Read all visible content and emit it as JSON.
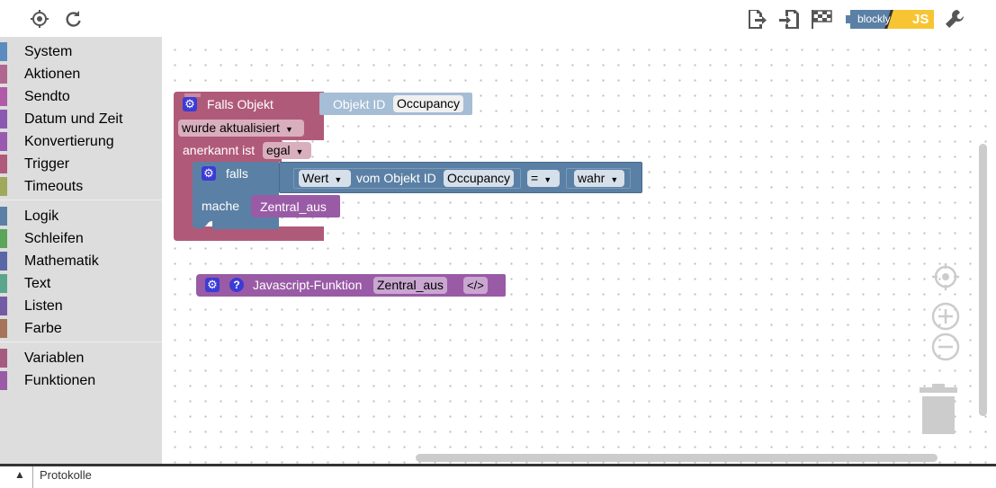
{
  "toolbar": {
    "left_icons": [
      "crosshair-icon",
      "refresh-icon"
    ],
    "right_icons": [
      "export-icon",
      "import-icon",
      "checkered-flag-icon",
      "settings-wrench-icon"
    ],
    "blockly_label": "blockly",
    "js_label": "JS"
  },
  "sidebar": {
    "categories": [
      {
        "label": "System",
        "color": "#5a8cc0"
      },
      {
        "label": "Aktionen",
        "color": "#b06690"
      },
      {
        "label": "Sendto",
        "color": "#b05aa8"
      },
      {
        "label": "Datum und Zeit",
        "color": "#8a5ab0"
      },
      {
        "label": "Konvertierung",
        "color": "#9a5ab0"
      },
      {
        "label": "Trigger",
        "color": "#b05a7a"
      },
      {
        "label": "Timeouts",
        "color": "#a0a85a"
      },
      {
        "label": "Logik",
        "color": "#5b80a5"
      },
      {
        "label": "Schleifen",
        "color": "#5ba55b"
      },
      {
        "label": "Mathematik",
        "color": "#5b67a5"
      },
      {
        "label": "Text",
        "color": "#5ba58c"
      },
      {
        "label": "Listen",
        "color": "#745ba5"
      },
      {
        "label": "Farbe",
        "color": "#a5745b"
      },
      {
        "label": "Variablen",
        "color": "#a55b80"
      },
      {
        "label": "Funktionen",
        "color": "#995ba5"
      }
    ]
  },
  "blocks": {
    "trigger": {
      "title": "Falls Objekt",
      "object_label": "Objekt ID",
      "object_value": "Occupancy",
      "event": "wurde aktualisiert",
      "ack_label": "anerkannt ist",
      "ack_value": "egal"
    },
    "if_block": {
      "if_label": "falls",
      "do_label": "mache",
      "value_label": "Wert",
      "of_object_label": "vom Objekt ID",
      "object_value": "Occupancy",
      "operator": "=",
      "compare_value": "wahr",
      "call": "Zentral_aus"
    },
    "function": {
      "title": "Javascript-Funktion",
      "name": "Zentral_aus",
      "code_label": "</>",
      "help_label": "?"
    }
  },
  "bottom_text": "Protokolle",
  "colors": {
    "trigger": "#b05a7a",
    "logic": "#5b80a5",
    "procedure": "#995ba5",
    "object_id": "#a5bdd5"
  }
}
